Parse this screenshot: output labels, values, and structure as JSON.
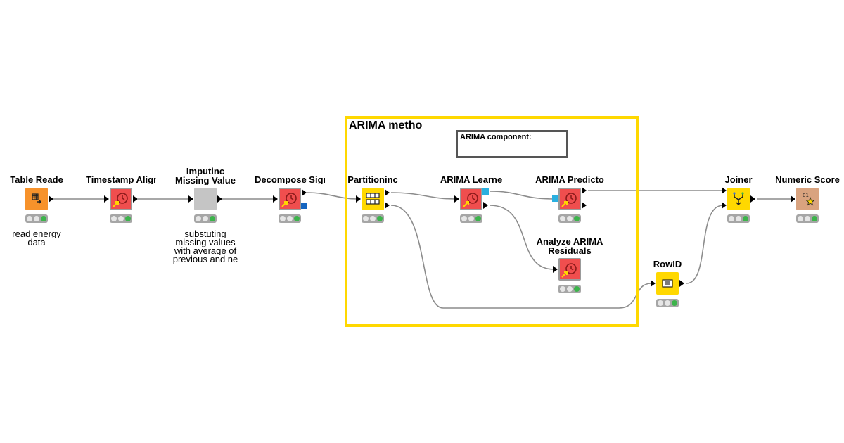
{
  "annotation": {
    "title": "ARIMA metho",
    "border_color": "#ffd800"
  },
  "note": {
    "text": "ARIMA component:"
  },
  "nodes": {
    "table_reader": {
      "title": "Table Reade",
      "desc_line1": "read energy",
      "desc_line2": "data",
      "icon": "table-reader-icon",
      "color": "#f7922b"
    },
    "timestamp_alignment": {
      "title": "Timestamp Alignme",
      "icon": "clock-component-icon",
      "color": "#f04e4e"
    },
    "imputing": {
      "title_line1": "Imputinc",
      "title_line2": "Missing Value",
      "desc_line1": "substuting",
      "desc_line2": "missing values",
      "desc_line3": "with average of",
      "desc_line4": "previous and ne",
      "icon": "metanode-icon",
      "color": "#c5c5c5"
    },
    "decompose_signal": {
      "title": "Decompose Signa",
      "icon": "clock-component-icon",
      "color": "#f04e4e"
    },
    "partitioning": {
      "title": "Partitioninc",
      "icon": "partition-icon",
      "color": "#ffd800"
    },
    "arima_learner": {
      "title": "ARIMA Learne",
      "icon": "clock-component-icon",
      "color": "#f04e4e"
    },
    "arima_predictor": {
      "title": "ARIMA Predicto",
      "icon": "clock-component-icon",
      "color": "#f04e4e"
    },
    "analyze_residuals": {
      "title_line1": "Analyze ARIMA",
      "title_line2": "Residuals",
      "icon": "clock-component-icon",
      "color": "#f04e4e"
    },
    "rowid": {
      "title": "RowID",
      "icon": "rowid-icon",
      "color": "#ffd800"
    },
    "joiner": {
      "title": "Joiner",
      "icon": "joiner-icon",
      "color": "#ffd800"
    },
    "numeric_scorer": {
      "title": "Numeric Score",
      "icon": "scorer-icon",
      "color": "#d9a37f"
    }
  },
  "colors": {
    "wire": "#8c8c8c",
    "model_port": "#2ab0e0",
    "model_port_dark": "#1565c0",
    "status_ok": "#3cb44b"
  }
}
